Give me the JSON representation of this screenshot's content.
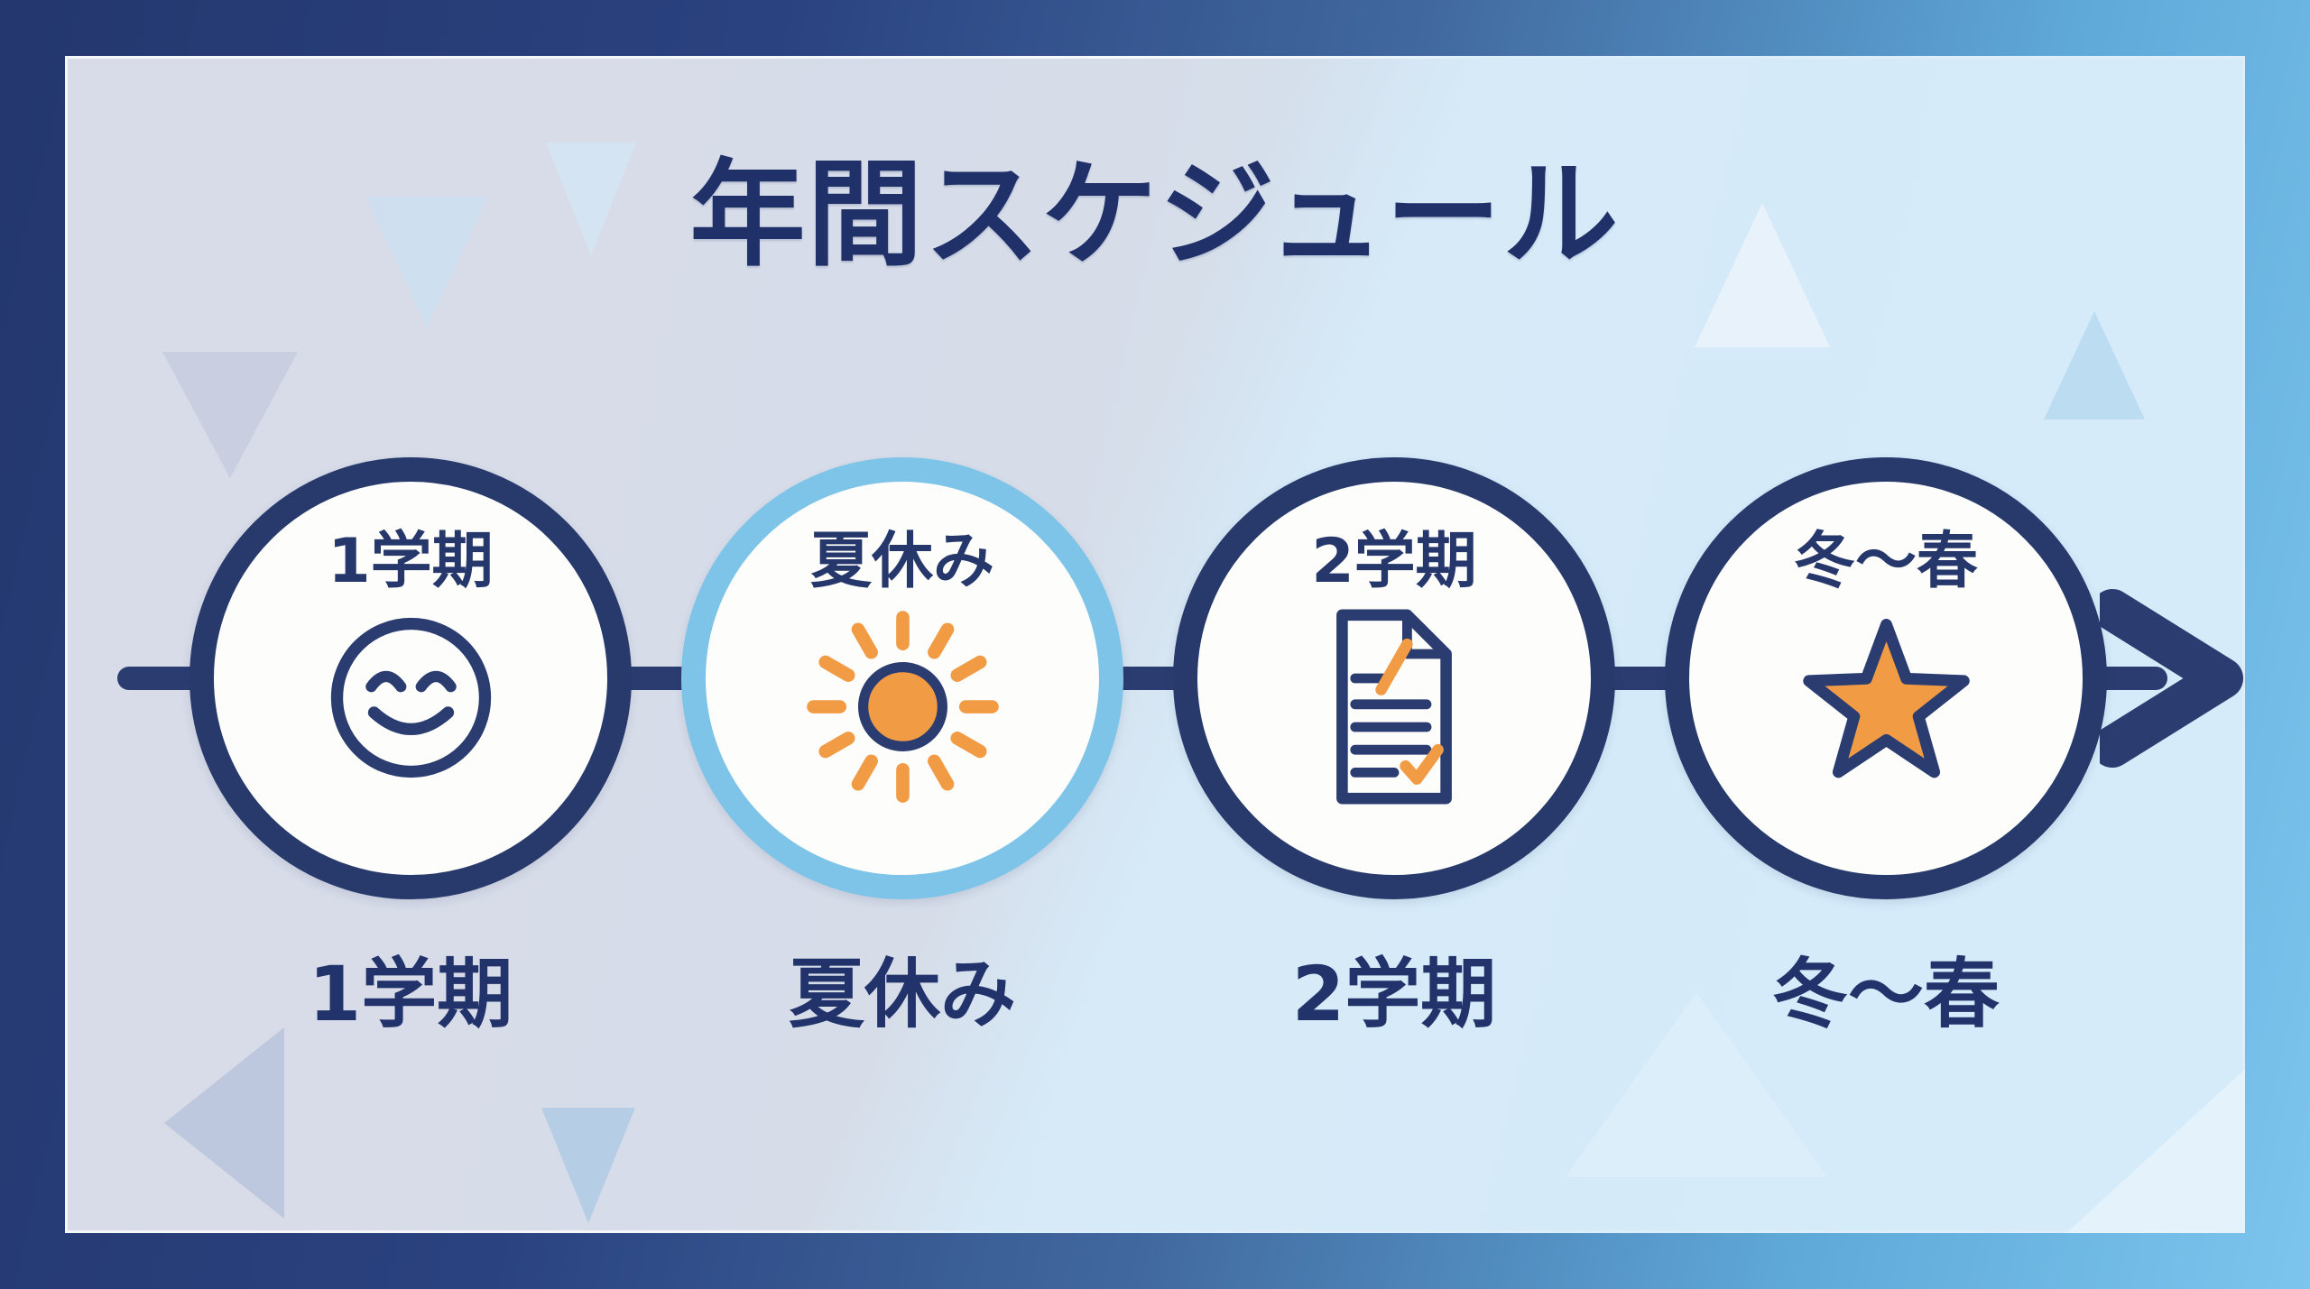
{
  "title": "年間スケジュール",
  "timeline": {
    "steps": [
      {
        "id": "term1",
        "circle_label": "1学期",
        "below_label": "1学期",
        "icon": "smiley-icon"
      },
      {
        "id": "summer",
        "circle_label": "夏休み",
        "below_label": "夏休み",
        "icon": "sun-icon"
      },
      {
        "id": "term2",
        "circle_label": "2学期",
        "below_label": "2学期",
        "icon": "document-icon"
      },
      {
        "id": "winter-spring",
        "circle_label": "冬〜春",
        "below_label": "冬〜春",
        "icon": "star-icon"
      }
    ]
  },
  "colors": {
    "navy": "#2a3c70",
    "title_navy": "#20316a",
    "orange": "#f29b45",
    "highlight_circle_border": "#7ec3e8",
    "frame_gradient_start": "#24376e",
    "frame_gradient_end": "#7cc5ee",
    "panel_left": "#d8dbe8",
    "panel_right": "#cfe8f8",
    "circle_fill": "#fdfdfb"
  }
}
